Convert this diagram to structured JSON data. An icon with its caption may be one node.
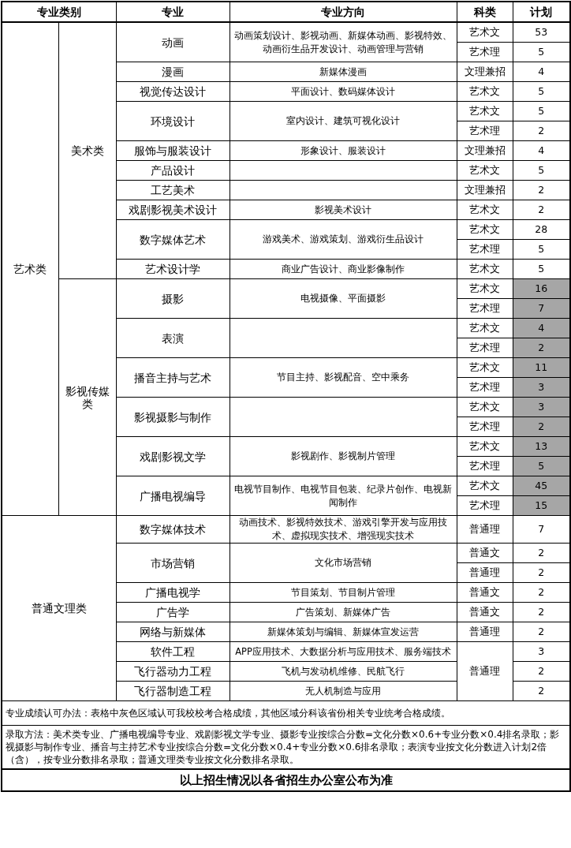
{
  "diagram": {
    "labels": [
      "专业类别",
      "专业",
      "专业方向",
      "科类",
      "计划",
      "艺术类",
      "美术类",
      "动画",
      "动画策划设计、影视动画、新媒体动画、影视特效、动画衍生品开发设计、动画管理与营销",
      "艺术文",
      "53",
      "艺术理",
      "5",
      "漫画",
      "新媒体漫画",
      "文理兼招",
      "4",
      "视觉传达设计",
      "平面设计、数码媒体设计",
      "艺术文",
      "5",
      "环境设计",
      "室内设计、建筑可视化设计",
      "艺术文",
      "5",
      "艺术理",
      "2",
      "服饰与服装设计",
      "形象设计、服装设计",
      "文理兼招",
      "4",
      "产品设计",
      "艺术文",
      "5",
      "工艺美术",
      "文理兼招",
      "2",
      "戏剧影视美术设计",
      "影视美术设计",
      "艺术文",
      "2",
      "数字媒体艺术",
      "游戏美术、游戏策划、游戏衍生品设计",
      "艺术文",
      "28",
      "艺术理",
      "5",
      "艺术设计学",
      "商业广告设计、商业影像制作",
      "艺术文",
      "5",
      "影视传媒类",
      "摄影",
      "电视摄像、平面摄影",
      "艺术文",
      "16",
      "艺术理",
      "7",
      "表演",
      "艺术文",
      "4",
      "艺术理",
      "2",
      "播音主持与艺术",
      "节目主持、影视配音、空中乘务",
      "艺术文",
      "11",
      "艺术理",
      "3",
      "影视摄影与制作",
      "艺术文",
      "3",
      "艺术理",
      "2",
      "戏剧影视文学",
      "影视剧作、影视制片管理",
      "艺术文",
      "13",
      "艺术理",
      "5",
      "广播电视编导",
      "电视节目制作、电视节目包装、纪录片创作、电视新闻制作",
      "艺术文",
      "45",
      "艺术理",
      "15",
      "普通文理类",
      "数字媒体技术",
      "动画技术、影视特效技术、游戏引擎开发与应用技术、虚拟现实技术、增强现实技术",
      "普通理",
      "7",
      "市场营销",
      "文化市场营销",
      "普通文",
      "2",
      "普通理",
      "2",
      "广播电视学",
      "节目策划、节目制片管理",
      "普通文",
      "2",
      "广告学",
      "广告策划、新媒体广告",
      "普通文",
      "2",
      "网络与新媒体",
      "新媒体策划与编辑、新媒体宣发运营",
      "普通理",
      "2",
      "软件工程",
      "APP应用技术、大数据分析与应用技术、服务端技术",
      "普通理",
      "3",
      "飞行器动力工程",
      "飞机与发动机维修、民航飞行",
      "2",
      "飞行器制造工程",
      "无人机制造与应用",
      "2",
      "专业成绩认可办法：表格中灰色区域认可我校校考合格成绩，其他区域分科该省份相关专业统考合格成绩。",
      "录取方法：美术类专业、广播电视编导专业、戏剧影视文学专业、摄影专业按综合分数=文化分数×0.6+专业分数×0.4排名录取；影视摄影与制作专业、播音与主持艺术专业按综合分数=文化分数×0.4+专业分数×0.6排名录取；表演专业按文化分数进入计划2倍（含），按专业分数排名录取；普通文理类专业按文化分数排名录取。",
      "以上招生情况以各省招生办公室公布为准"
    ]
  }
}
